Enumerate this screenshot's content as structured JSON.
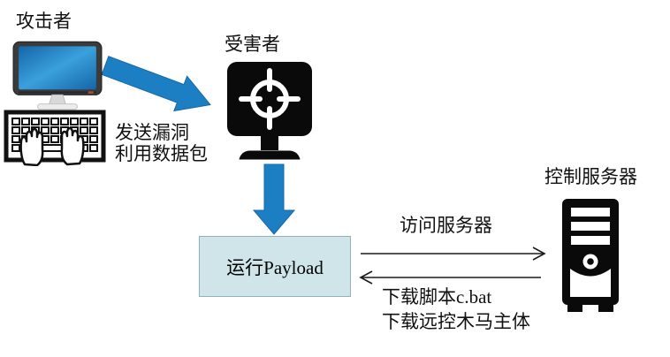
{
  "diagram": {
    "title": "exploit-to-c2-attack-flow",
    "nodes": {
      "attacker": {
        "label": "攻击者",
        "icon": "attacker-workstation-icon"
      },
      "victim": {
        "label": "受害者",
        "icon": "victim-target-monitor-icon"
      },
      "payload": {
        "label": "运行Payload"
      },
      "server": {
        "label": "控制服务器",
        "icon": "server-tower-icon"
      }
    },
    "edges": {
      "exploit": {
        "from": "attacker",
        "to": "victim",
        "label_line1": "发送漏洞",
        "label_line2": "利用数据包",
        "style": "thick-blue-arrow"
      },
      "infect": {
        "from": "victim",
        "to": "payload",
        "style": "thick-blue-arrow"
      },
      "access": {
        "from": "payload",
        "to": "server",
        "label": "访问服务器",
        "style": "thin-black-arrow-right"
      },
      "download": {
        "from": "server",
        "to": "payload",
        "label_line1": "下载脚本c.bat",
        "label_line2": "下载远控木马主体",
        "style": "thin-black-arrow-left"
      }
    },
    "colors": {
      "arrow_blue": "#1d7fc3",
      "arrow_blue_edge": "#1668a8",
      "payload_box_fill": "#cfe5ea",
      "payload_box_border": "#8fb3bd",
      "icon_black": "#0a0a0a",
      "screen_blue_dark": "#1565a8",
      "screen_blue_light": "#3aa0dc"
    }
  }
}
